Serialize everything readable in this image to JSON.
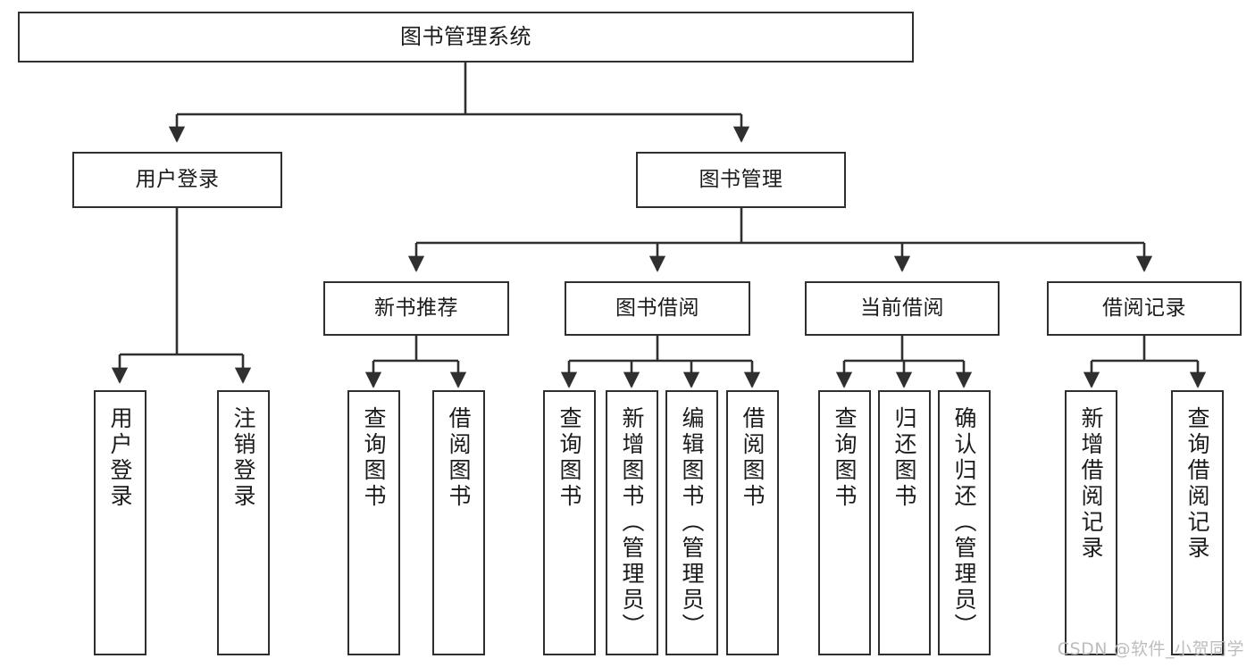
{
  "diagram": {
    "title": "图书管理系统",
    "watermark": "CSDN @软件_小贺同学",
    "colors": {
      "box_border": "#2f2f2f",
      "box_fill": "#ffffff",
      "connector": "#2f2f2f",
      "text": "#1b1b1b",
      "watermark": "#bdbdbd"
    },
    "root": {
      "label": "图书管理系统"
    },
    "level2": [
      {
        "label": "用户登录"
      },
      {
        "label": "图书管理"
      }
    ],
    "level3": [
      {
        "label": "新书推荐"
      },
      {
        "label": "图书借阅"
      },
      {
        "label": "当前借阅"
      },
      {
        "label": "借阅记录"
      }
    ],
    "leaves": {
      "user_login": [
        {
          "label": "用户登录"
        },
        {
          "label": "注销登录"
        }
      ],
      "new_book_recommend": [
        {
          "label": "查询图书"
        },
        {
          "label": "借阅图书"
        }
      ],
      "book_borrow": [
        {
          "label": "查询图书"
        },
        {
          "label": "新增图书（管理员）"
        },
        {
          "label": "编辑图书（管理员）"
        },
        {
          "label": "借阅图书"
        }
      ],
      "current_borrow": [
        {
          "label": "查询图书"
        },
        {
          "label": "归还图书"
        },
        {
          "label": "确认归还（管理员）"
        }
      ],
      "borrow_record": [
        {
          "label": "新增借阅记录"
        },
        {
          "label": "查询借阅记录"
        }
      ]
    }
  }
}
